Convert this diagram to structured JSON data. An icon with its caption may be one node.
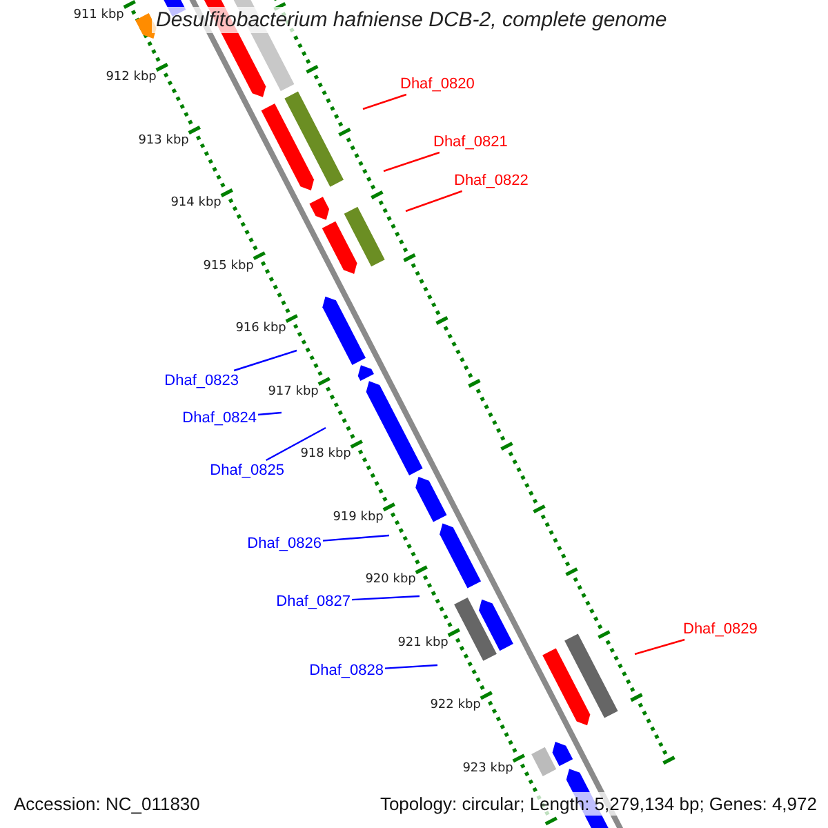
{
  "diagram": {
    "title": "Desulfitobacterium hafniense DCB-2, complete genome",
    "nodes": [
      {
        "text": [
          "Dhaf_0820"
        ]
      },
      {
        "text": [
          "Dhaf_0821"
        ]
      },
      {
        "text": [
          "Dhaf_0822"
        ]
      },
      {
        "text": [
          "Dhaf_0823"
        ]
      },
      {
        "text": [
          "Dhaf_0824"
        ]
      },
      {
        "text": [
          "Dhaf_0825"
        ]
      },
      {
        "text": [
          "Dhaf_0826"
        ]
      },
      {
        "text": [
          "Dhaf_0827"
        ]
      },
      {
        "text": [
          "Dhaf_0829"
        ]
      },
      {
        "text": [
          "Dhaf_0828"
        ]
      }
    ],
    "edges": [
      {
        "from": 0,
        "to": null,
        "arrow": "none",
        "color": "#ff0000"
      },
      {
        "from": 1,
        "to": null,
        "arrow": "none",
        "color": "#ff0000"
      },
      {
        "from": 2,
        "to": null,
        "arrow": "none",
        "color": "#ff0000"
      },
      {
        "from": 3,
        "to": null,
        "arrow": "none"
      },
      {
        "from": 4,
        "to": null,
        "arrow": "none"
      },
      {
        "from": 5,
        "to": null,
        "arrow": "none"
      },
      {
        "from": 6,
        "to": null,
        "arrow": "none"
      },
      {
        "from": 7,
        "to": null,
        "arrow": "none"
      },
      {
        "from": 8,
        "to": null,
        "arrow": "none",
        "color": "#ff0000"
      },
      {
        "from": 9,
        "to": null,
        "arrow": "none"
      }
    ],
    "labels": [
      "911 kbp",
      "912 kbp",
      "913 kbp",
      "914 kbp",
      "915 kbp",
      "916 kbp",
      "917 kbp",
      "918 kbp",
      "919 kbp",
      "920 kbp",
      "921 kbp",
      "922 kbp",
      "923 kbp",
      "Accession: NC_011830",
      "Topology: circular; Length: 5,279,134 bp; Genes: 4,972"
    ]
  }
}
